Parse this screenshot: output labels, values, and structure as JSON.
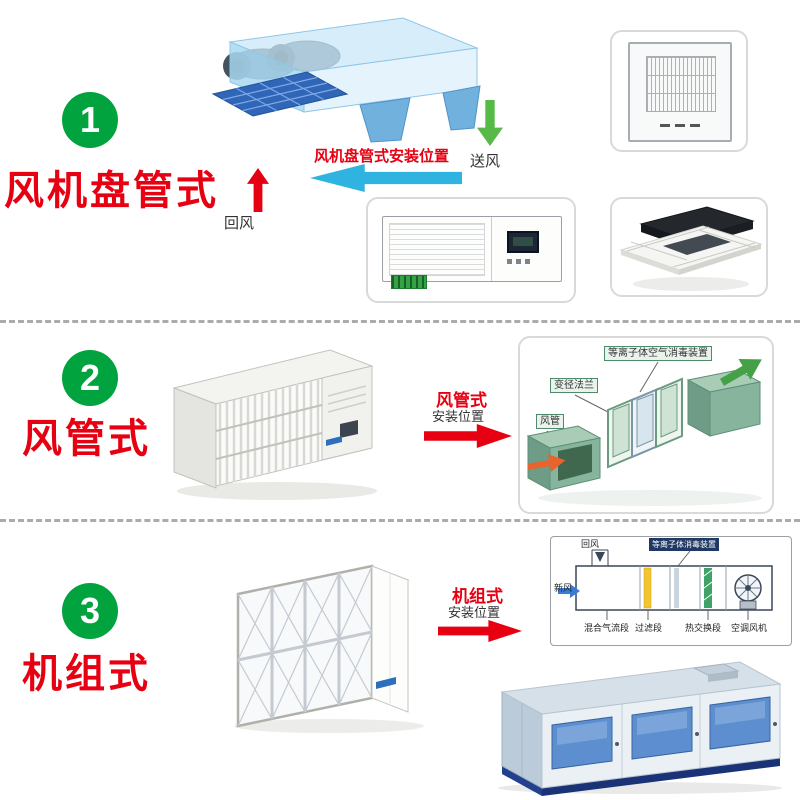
{
  "colors": {
    "badge_green": "#00a33e",
    "title_red": "#e60012",
    "install_arrow_cyan": "#2fb4e1",
    "supply_arrow_green": "#56b948",
    "duct_green": "#87b49c",
    "ahu_blue": "#5d8fd0"
  },
  "section1": {
    "badge": "1",
    "title": "风机盘管式",
    "install_label": "风机盘管式安装位置",
    "supply_air_label": "送风",
    "return_air_label": "回风"
  },
  "section2": {
    "badge": "2",
    "title": "风管式",
    "install_label_line1": "风管式",
    "install_label_line2": "安装位置",
    "assembly_labels": {
      "plasma_device": "等离子体空气消毒装置",
      "reducing_flange": "变径法兰",
      "duct": "风管"
    }
  },
  "section3": {
    "badge": "3",
    "title": "机组式",
    "install_label_line1": "机组式",
    "install_label_line2": "安装位置",
    "schematic": {
      "return_air": "回风",
      "fresh_air": "新风",
      "plasma_device": "等离子体消毒装置",
      "mixing_section": "混合气流段",
      "filter_section": "过滤段",
      "heat_exchange_section": "热交换段",
      "ac_fan": "空调风机"
    }
  }
}
